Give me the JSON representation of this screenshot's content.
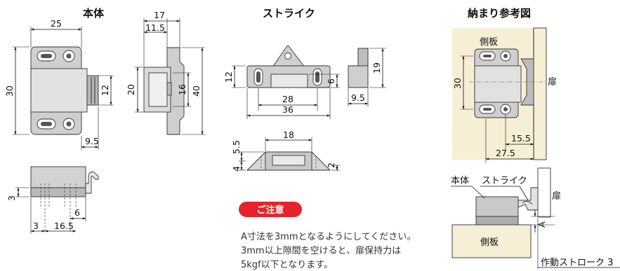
{
  "colors": {
    "part_body": "#cfcfcf",
    "part_dark": "#9a9a9a",
    "part_light": "#e6e6e6",
    "panel_bg": "#f6efd5",
    "note_badge": "#e4242a",
    "note_text": "#333333"
  },
  "headings": {
    "body": "本体",
    "strike": "ストライク",
    "install": "納まり参考図"
  },
  "body_dims": {
    "width": "25",
    "height": "30",
    "roller": "12",
    "overhang": "9.5",
    "side_total": "17",
    "side_body": "11.5",
    "side_h1": "20",
    "side_h2": "16",
    "side_h3": "40",
    "bottom_h": "3",
    "bottom_6": "6",
    "bottom_3": "3",
    "bottom_16_5": "16.5"
  },
  "strike_dims": {
    "height": "12",
    "inner": "28",
    "outer": "36",
    "slot": "6",
    "side_h": "19",
    "side_w": "9.5",
    "bottom_18": "18",
    "bottom_5_5": "5.5",
    "bottom_4": "4",
    "bottom_2": "2"
  },
  "install": {
    "side_panel": "側板",
    "door": "扉",
    "dim_30": "30",
    "dim_15_5": "15.5",
    "dim_27_5": "27.5",
    "body_label": "本体",
    "strike_label": "ストライク",
    "door2": "扉",
    "side_panel2": "側板",
    "a_label": "A",
    "stroke_label": "作動ストローク 3"
  },
  "note": {
    "badge": "ご注意",
    "lines": [
      "A寸法を3mmとなるようにしてください。",
      "3mm以上隙間を空けると、扉保持力は",
      "5kgf以下となります。"
    ]
  }
}
